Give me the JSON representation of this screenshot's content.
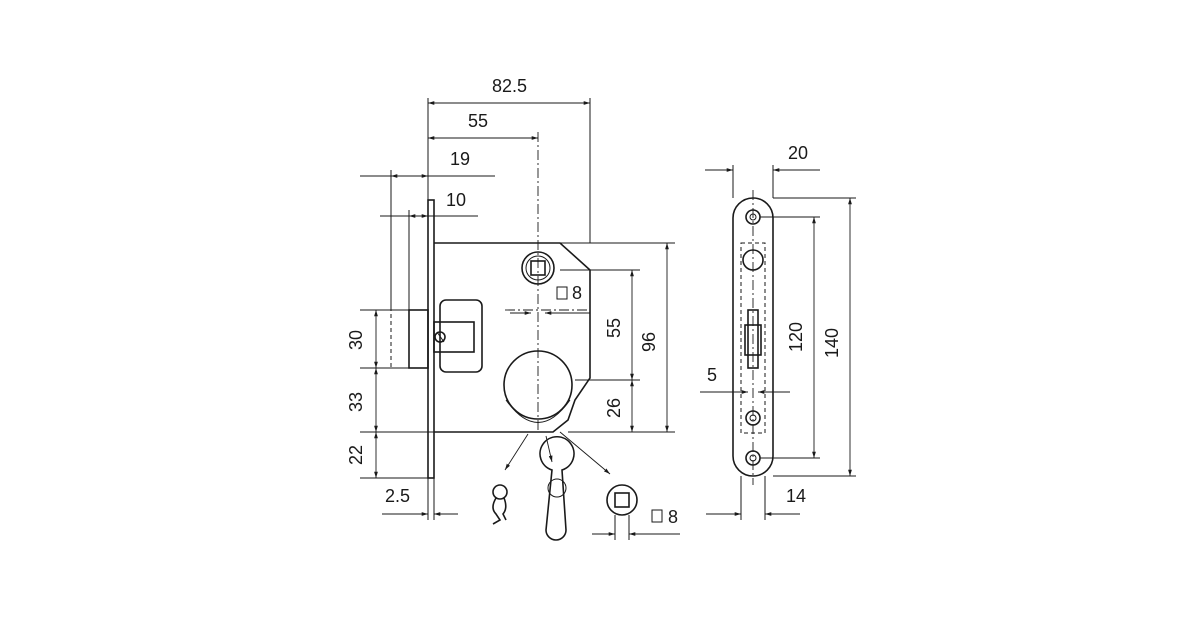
{
  "dimensions": {
    "width_total": "82.5",
    "follower_offset": "55",
    "bolt_offset": "19",
    "bolt_throw": "10",
    "latch_height": "30",
    "spacing_33": "33",
    "bottom_22": "22",
    "plate_thickness": "2.5",
    "follower_to_keyhole": "55",
    "body_height": "96",
    "bottom_26": "26",
    "spindle_top": "8",
    "spindle_bottom": "8",
    "faceplate_width": "20",
    "fixing_pitch": "120",
    "faceplate_length": "140",
    "inner_width": "5",
    "faceplate_bottom": "14"
  }
}
